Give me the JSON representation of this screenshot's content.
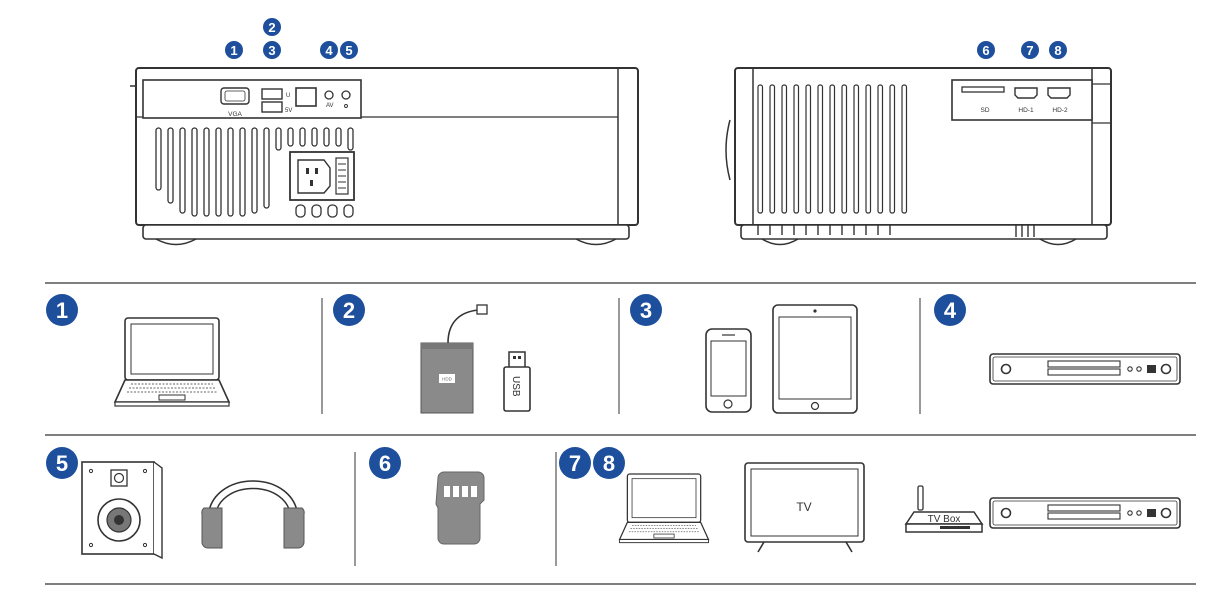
{
  "colors": {
    "badge": "#1e4f9c",
    "line": "#333333",
    "device_gray": "#8a8a8a",
    "divider": "#555555"
  },
  "projector_front": {
    "callouts": [
      "1",
      "2",
      "3",
      "4",
      "5"
    ],
    "port_labels": {
      "vga": "VGA",
      "usb": "U",
      "five_v": "5V",
      "av": "AV"
    }
  },
  "projector_back": {
    "callouts": [
      "6",
      "7",
      "8"
    ],
    "port_labels": {
      "sd": "SD",
      "hd1": "HD-1",
      "hd2": "HD-2"
    }
  },
  "row1": {
    "cells": [
      {
        "number": "1",
        "devices": [
          "laptop-icon"
        ]
      },
      {
        "number": "2",
        "devices": [
          "hdd-icon",
          "usb-drive-icon"
        ],
        "hdd_label": "HDD",
        "usb_label": "USB"
      },
      {
        "number": "3",
        "devices": [
          "smartphone-icon",
          "tablet-icon"
        ]
      },
      {
        "number": "4",
        "devices": [
          "dvd-player-icon"
        ]
      }
    ]
  },
  "row2": {
    "cells": [
      {
        "number": "5",
        "devices": [
          "speaker-icon",
          "headphones-icon"
        ]
      },
      {
        "number": "6",
        "devices": [
          "sd-card-icon"
        ]
      },
      {
        "numbers": [
          "7",
          "8"
        ],
        "devices": [
          "laptop-icon",
          "tv-icon",
          "tv-box-icon",
          "dvd-player-icon"
        ],
        "tv_label": "TV",
        "tvbox_label": "TV Box"
      }
    ]
  }
}
